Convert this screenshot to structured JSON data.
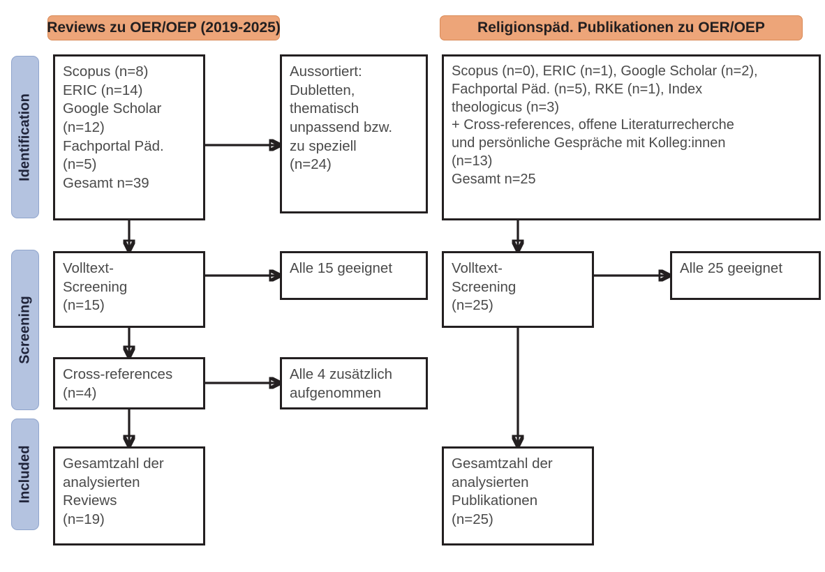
{
  "diagram": {
    "title": "PRISMA-Flussdiagramm",
    "type": "flowchart",
    "colors": {
      "header_fill": "#eda579",
      "header_border": "#d98a57",
      "rail_fill": "#b4c3e0",
      "rail_border": "#8fa4cc",
      "box_border": "#231f20",
      "box_fill": "#ffffff",
      "text": "#4a4a4a"
    }
  },
  "phases": [
    {
      "id": "identification",
      "label": "Identification"
    },
    {
      "id": "screening",
      "label": "Screening"
    },
    {
      "id": "included",
      "label": "Included"
    }
  ],
  "columns": [
    {
      "id": "reviews",
      "header": "Reviews zu OER/OEP (2019-2025)"
    },
    {
      "id": "religionspaed",
      "header": "Religionspäd. Publikationen zu OER/OEP"
    }
  ],
  "boxes": {
    "left_identification": "Scopus (n=8)\nERIC (n=14)\nGoogle Scholar\n(n=12)\nFachportal Päd.\n(n=5)\nGesamt n=39",
    "left_excluded": "Aussortiert:\nDubletten,\nthematisch\nunpassend bzw.\nzu speziell\n(n=24)",
    "right_identification": "Scopus (n=0), ERIC (n=1), Google Scholar (n=2),\nFachportal Päd. (n=5), RKE (n=1), Index\ntheologicus (n=3)\n+ Cross-references, offene Literaturrecherche\nund persönliche Gespräche mit Kolleg:innen\n(n=13)\nGesamt n=25",
    "left_screening": "Volltext-\nScreening\n(n=15)",
    "left_screening_result": "Alle 15 geeignet",
    "right_screening": "Volltext-\nScreening\n(n=25)",
    "right_screening_result": "Alle 25 geeignet",
    "left_crossref": "Cross-references\n(n=4)",
    "left_crossref_result": "Alle 4 zusätzlich\naufgenommen",
    "left_included": "Gesamtzahl der\nanalysierten\nReviews\n(n=19)",
    "right_included": "Gesamtzahl der\nanalysierten\nPublikationen\n(n=25)"
  }
}
